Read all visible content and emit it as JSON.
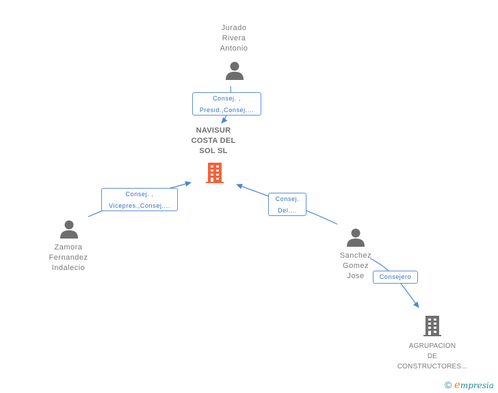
{
  "nodes": {
    "jurado": {
      "name_lines": [
        "Jurado",
        "Rivera",
        "Antonio"
      ],
      "type": "person"
    },
    "navisur": {
      "name_lines": [
        "NAVISUR",
        "COSTA DEL",
        "SOL SL"
      ],
      "type": "company-main"
    },
    "zamora": {
      "name_lines": [
        "Zamora",
        "Fernandez",
        "Indalecio"
      ],
      "type": "person"
    },
    "sanchez": {
      "name_lines": [
        "Sanchez",
        "Gomez",
        "Jose"
      ],
      "type": "person"
    },
    "agrupacion": {
      "name_lines": [
        "AGRUPACION",
        "DE",
        "CONSTRUCTORES..."
      ],
      "type": "company"
    }
  },
  "edges": [
    {
      "from": "jurado",
      "to": "navisur",
      "label_lines": [
        "Consej. ,",
        "Presid.,Consej...."
      ]
    },
    {
      "from": "zamora",
      "to": "navisur",
      "label_lines": [
        "Consej. ,",
        "Vicepres.,Consej...."
      ]
    },
    {
      "from": "sanchez",
      "to": "navisur",
      "label_lines": [
        "Consej.",
        "Del...."
      ]
    },
    {
      "from": "sanchez",
      "to": "agrupacion",
      "label_lines": [
        "Consejero"
      ]
    }
  ],
  "colors": {
    "edge": "#4a86d8",
    "main_company": "#f4623a",
    "company": "#707070",
    "person": "#6e6e6e"
  },
  "brand": {
    "copyright": "©",
    "initial": "e",
    "rest": "mpresia"
  }
}
